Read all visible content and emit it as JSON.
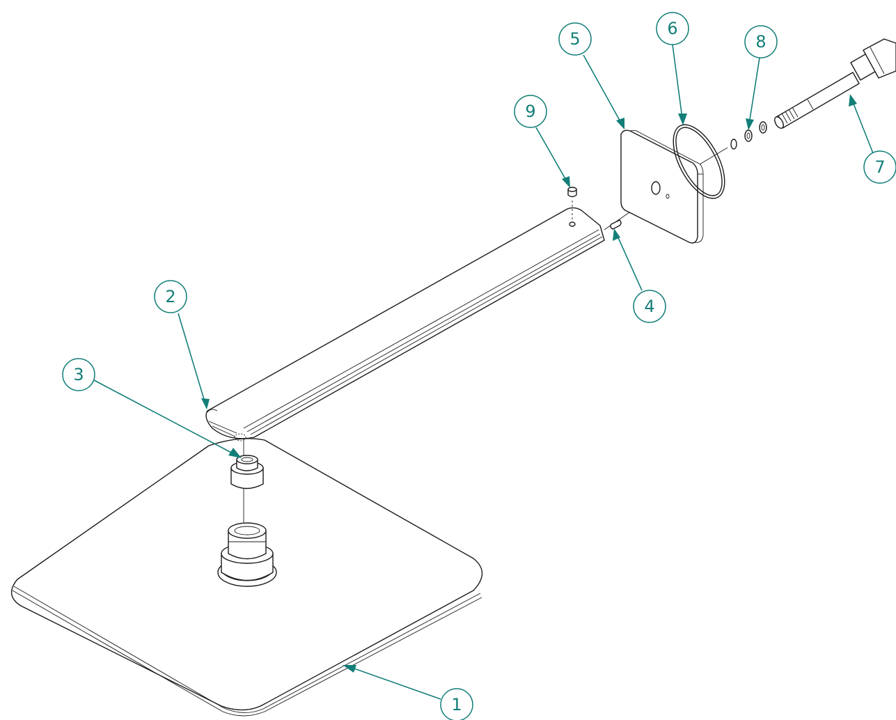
{
  "accent_color": "#137e78",
  "balloons": [
    {
      "id": "1",
      "label": "1",
      "part": "shower-head-plate"
    },
    {
      "id": "2",
      "label": "2",
      "part": "shower-arm"
    },
    {
      "id": "3",
      "label": "3",
      "part": "swivel-connector"
    },
    {
      "id": "4",
      "label": "4",
      "part": "pin"
    },
    {
      "id": "5",
      "label": "5",
      "part": "wall-flange-plate"
    },
    {
      "id": "6",
      "label": "6",
      "part": "o-ring"
    },
    {
      "id": "7",
      "label": "7",
      "part": "threaded-supply-pipe"
    },
    {
      "id": "8",
      "label": "8",
      "part": "washers"
    },
    {
      "id": "9",
      "label": "9",
      "part": "set-screw"
    }
  ]
}
